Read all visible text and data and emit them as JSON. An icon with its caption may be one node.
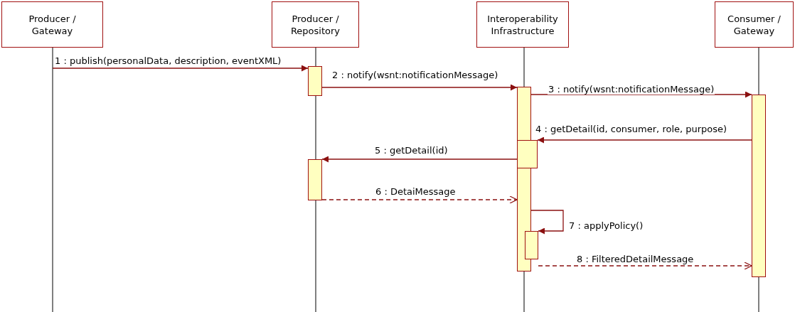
{
  "diagram": {
    "nodes": [
      {
        "text": [
          "Producer / Gateway"
        ]
      },
      {
        "text": [
          "Producer / Repository"
        ]
      },
      {
        "text": [
          "Interoperability Infrastructure"
        ]
      },
      {
        "text": [
          "Consumer / Gateway"
        ]
      },
      {
        "text": [],
        "shape": "bar"
      },
      {
        "text": [],
        "shape": "bar"
      },
      {
        "text": [],
        "shape": "bar"
      },
      {
        "text": [],
        "shape": "bar"
      },
      {
        "text": [],
        "shape": "bar"
      },
      {
        "text": [],
        "shape": "bar"
      }
    ],
    "edges": [
      {
        "from": 0,
        "to": 4,
        "arrow": "to",
        "label": "1 : publish(personalData, description, eventXML)"
      },
      {
        "from": 4,
        "to": 5,
        "arrow": "to",
        "label": "2 : notify(wsnt:notificationMessage)"
      },
      {
        "from": 5,
        "to": 6,
        "arrow": "to",
        "label": "3 : notify(wsnt:notificationMessage)"
      },
      {
        "from": 6,
        "to": 7,
        "arrow": "to",
        "label": "4 : getDetail(id, consumer, role, purpose)"
      },
      {
        "from": 7,
        "to": 8,
        "arrow": "to",
        "label": "5 : getDetail(id)"
      },
      {
        "from": 8,
        "to": 5,
        "arrow": "to",
        "label": "6 : DetaiMessage",
        "style": "dashed"
      },
      {
        "from": 5,
        "to": 9,
        "arrow": "to",
        "label": "7 : applyPolicy()"
      },
      {
        "from": 9,
        "to": 6,
        "arrow": "to",
        "label": "8 : FilteredDetailMessage",
        "style": "dashed"
      }
    ]
  }
}
